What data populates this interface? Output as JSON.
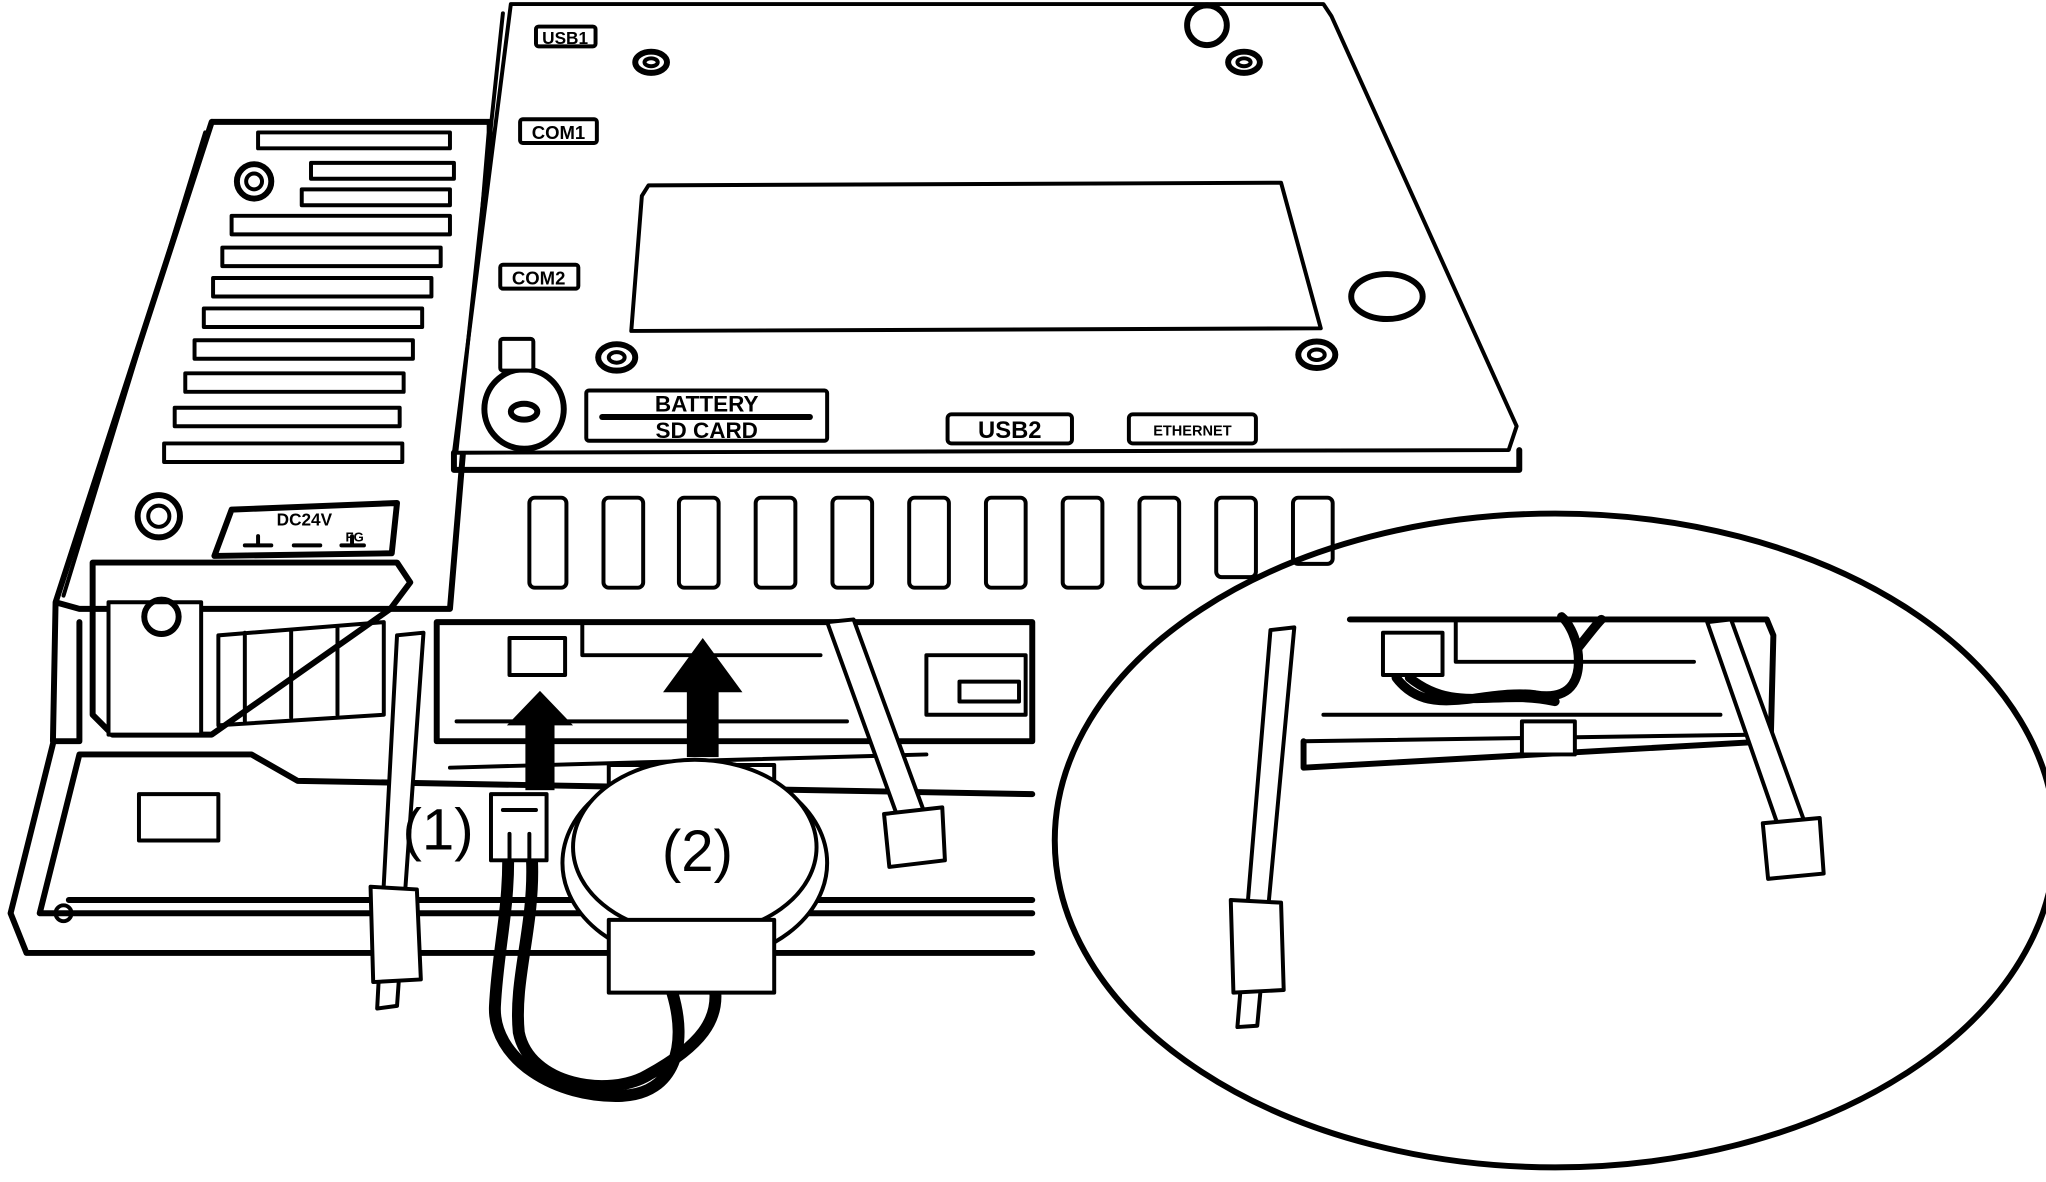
{
  "diagram": {
    "title_labels": {
      "usb1": "USB1",
      "com1": "COM1",
      "com2": "COM2",
      "battery": "BATTERY",
      "sd_card": "SD CARD",
      "usb2": "USB2",
      "ethernet": "ETHERNET",
      "power": "DC24V",
      "power_fg": "FG"
    },
    "callouts": {
      "step1": "(1)",
      "step2": "(2)"
    },
    "colors": {
      "line": "#000000",
      "background": "#ffffff"
    }
  }
}
